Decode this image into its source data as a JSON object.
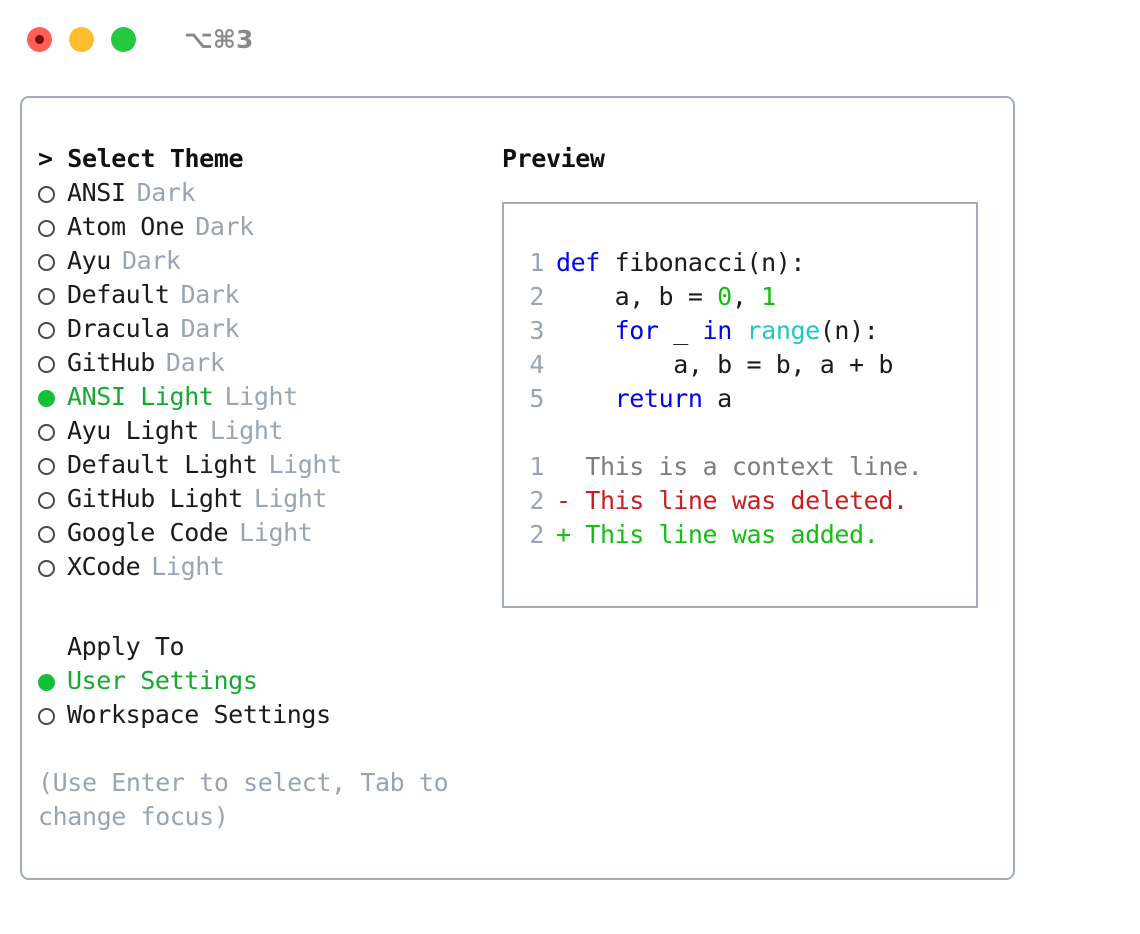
{
  "titlebar": {
    "shortcut": "⌥⌘3",
    "lights": [
      {
        "name": "close",
        "color": "#ff5f57"
      },
      {
        "name": "minimize",
        "color": "#ffbd2e"
      },
      {
        "name": "maximize",
        "color": "#25c93e"
      }
    ]
  },
  "theme_panel": {
    "heading": "> Select Theme",
    "items": [
      {
        "name": "ANSI",
        "suffix": "Dark",
        "selected": false
      },
      {
        "name": "Atom One",
        "suffix": "Dark",
        "selected": false
      },
      {
        "name": "Ayu",
        "suffix": "Dark",
        "selected": false
      },
      {
        "name": "Default",
        "suffix": "Dark",
        "selected": false
      },
      {
        "name": "Dracula",
        "suffix": "Dark",
        "selected": false
      },
      {
        "name": "GitHub",
        "suffix": "Dark",
        "selected": false
      },
      {
        "name": "ANSI Light",
        "suffix": "Light",
        "selected": true
      },
      {
        "name": "Ayu Light",
        "suffix": "Light",
        "selected": false
      },
      {
        "name": "Default Light",
        "suffix": "Light",
        "selected": false
      },
      {
        "name": "GitHub Light",
        "suffix": "Light",
        "selected": false
      },
      {
        "name": "Google Code",
        "suffix": "Light",
        "selected": false
      },
      {
        "name": "XCode",
        "suffix": "Light",
        "selected": false
      }
    ]
  },
  "apply_to": {
    "heading": "Apply To",
    "options": [
      {
        "label": "User Settings",
        "selected": true
      },
      {
        "label": "Workspace Settings",
        "selected": false
      }
    ]
  },
  "hint": "(Use Enter to select, Tab to change focus)",
  "preview": {
    "heading": "Preview",
    "code_lines": [
      {
        "no": "1",
        "tokens": [
          {
            "t": "def ",
            "c": "kw"
          },
          {
            "t": "fibonacci(n):",
            "c": "plain"
          }
        ]
      },
      {
        "no": "2",
        "tokens": [
          {
            "t": "    a, b = ",
            "c": "plain"
          },
          {
            "t": "0",
            "c": "num"
          },
          {
            "t": ", ",
            "c": "plain"
          },
          {
            "t": "1",
            "c": "num"
          }
        ]
      },
      {
        "no": "3",
        "tokens": [
          {
            "t": "    ",
            "c": "plain"
          },
          {
            "t": "for",
            "c": "kw"
          },
          {
            "t": " _ ",
            "c": "plain"
          },
          {
            "t": "in",
            "c": "kw"
          },
          {
            "t": " ",
            "c": "plain"
          },
          {
            "t": "range",
            "c": "fn"
          },
          {
            "t": "(n):",
            "c": "plain"
          }
        ]
      },
      {
        "no": "4",
        "tokens": [
          {
            "t": "        a, b = b, a + b",
            "c": "plain"
          }
        ]
      },
      {
        "no": "5",
        "tokens": [
          {
            "t": "    ",
            "c": "plain"
          },
          {
            "t": "return",
            "c": "kw"
          },
          {
            "t": " a",
            "c": "plain"
          }
        ]
      }
    ],
    "diff_lines": [
      {
        "no": "1",
        "marker": "  ",
        "text": "This is a context line.",
        "kind": "ctx"
      },
      {
        "no": "2",
        "marker": "- ",
        "text": "This line was deleted.",
        "kind": "del"
      },
      {
        "no": "2",
        "marker": "+ ",
        "text": "This line was added.",
        "kind": "add"
      }
    ]
  },
  "colors": {
    "accent_green": "#16a92f",
    "muted": "#9aa4b4",
    "border": "#a3acbd",
    "keyword": "#0202ee",
    "function": "#1ec8c8",
    "number": "#12c012",
    "diff_delete": "#c62020",
    "diff_add": "#12c012",
    "diff_context": "#7d7d7d"
  }
}
